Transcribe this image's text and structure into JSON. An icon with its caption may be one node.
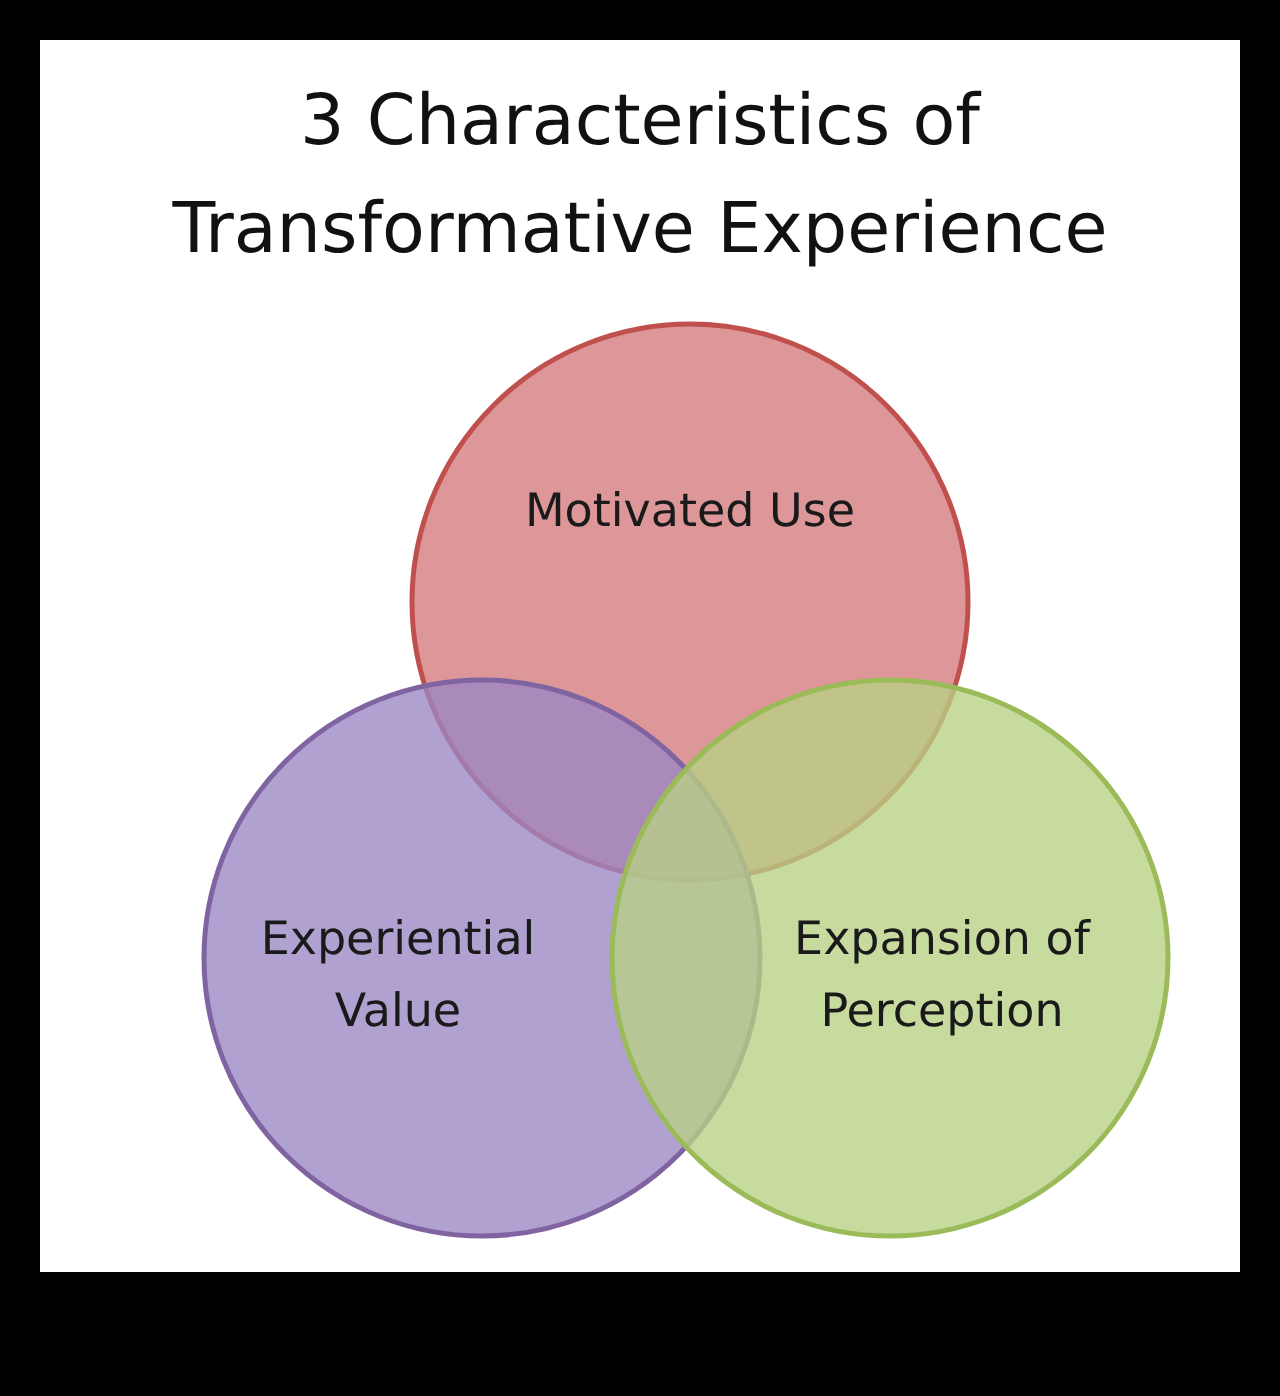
{
  "diagram": {
    "title": "3 Characteristics of Transformative Experience",
    "nodes": [
      {
        "text": [
          "Motivated Use"
        ]
      },
      {
        "text": [
          "Experiential Value"
        ]
      },
      {
        "text": [
          "Expansion of Perception"
        ]
      }
    ]
  }
}
